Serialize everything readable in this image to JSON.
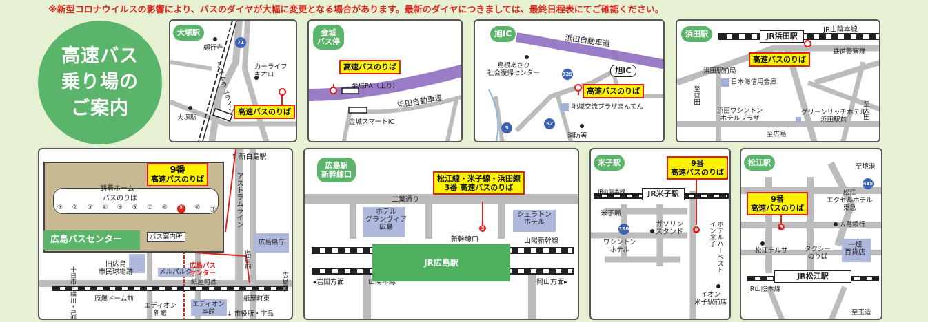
{
  "notice": "※新型コロナウイルスの影響により、バスのダイヤが大幅に変更となる場合があります。最新のダイヤにつきましては、最終日程表にてご確認ください。",
  "title": [
    "高速バス",
    "乗り場の",
    "ご案内"
  ],
  "colors": {
    "tag_green": "#5ab46a",
    "highlight_yellow": "#fff200",
    "stop_red": "#e0201b",
    "highway_purple": "#9a7cc7",
    "road_gray": "#bcbcbc",
    "background": "#e6f0d2"
  },
  "otsuka": {
    "tag": "大塚駅",
    "labels": {
      "kengyo": "顧行寺",
      "carlife": "カーライフ\nキオロ",
      "astram": "アストラムライン",
      "station": "大塚駅",
      "route": "71"
    },
    "stop": "高速バスのりば"
  },
  "kanagi": {
    "tag": "金城\nバス停",
    "labels": {
      "pa": "金城PA（上り）",
      "expressway": "浜田自動車道",
      "smart": "金城スマートIC"
    },
    "stop": "高速バスのりば"
  },
  "asahi": {
    "tag": "旭IC",
    "labels": {
      "expressway": "浜田自動車道",
      "center": "島根あさひ\n社会復帰センター",
      "ic": "旭IC",
      "plaza": "地域交流プラザまんてん",
      "fire": "消防署",
      "r329": "329",
      "r5": "5",
      "r52": "52"
    },
    "stop": "高速バスのりば"
  },
  "hamada": {
    "tag": "浜田駅",
    "labels": {
      "station": "JR浜田駅",
      "line": "JR山陰本線",
      "police": "鉄道警察隊",
      "post": "浜田駅前局",
      "nihonkai": "日本海信用金庫",
      "to_masuda": "至益田",
      "to_oda": "至大田",
      "washington": "浜田ワシントン\nホテルプラザ",
      "greenrich": "グリーンリッチホテル\n浜田駅前",
      "to_hiroshima": "至広島"
    },
    "stop": "高速バスのりば"
  },
  "hiroshima_bc": {
    "stop_number": "9番",
    "stop": "高速バスのりば",
    "labels": {
      "arrival": "到着ホーム",
      "departure": "バスのりば",
      "center": "広島バスセンター",
      "info": "バス案内所",
      "shin_hakushima": "↑ 新白島駅",
      "astram": "アストラムライン",
      "kencho": "広島県庁",
      "kenchomae": "県庁前",
      "stadium": "旧広島\n市民球場跡",
      "melparque": "メルパルク",
      "bc_small": "広島バス\nセンター",
      "kamiyacho_nishi": "紙屋町西",
      "kamiyacho_higashi": "紙屋町東",
      "to_hiroshima_st": "広島駅",
      "yokogawa": "十日市・横川・己斐",
      "genbaku": "原爆ドーム前",
      "aeon_shinkan": "エディオン\n新館",
      "aeon_honkan": "エディオン\n本館",
      "shiyakusho": "↓ 市役所・宇品"
    },
    "bay_numbers": [
      "⑦",
      "②",
      "③",
      "④",
      "⑤",
      "⑥",
      "⑦",
      "⑧",
      "⑨",
      "⑩",
      "⑪"
    ]
  },
  "hiroshima_st": {
    "tag": "広島駅\n新幹線口",
    "stop": "松江線・米子線・浜田線\n3番 高速バスのりば",
    "labels": {
      "futaba": "二葉通り",
      "granvia": "ホテル\nグランヴィア\n広島",
      "sheraton": "シェラトン\nホテル",
      "shinkansen_exit": "新幹線口",
      "sanyo_shinkansen": "山陽新幹線",
      "station": "JR広島駅",
      "to_iwakuni": "◂岩国方面",
      "sanyo": "山陽本線",
      "to_okayama": "岡山方面▸",
      "pin": "3"
    }
  },
  "yonago": {
    "tag": "米子駅",
    "stop": "9番\n高速バスのりば",
    "labels": {
      "line": "JR山陰本線",
      "station": "JR米子駅",
      "post": "米子局",
      "washington": "ワシントン\nホテル",
      "gas": "ガソリン\nスタンド",
      "harvest": "ホテルハーベスト\nイン米子",
      "aeon": "イオン\n米子駅前店",
      "r180": "180",
      "pin": "9"
    }
  },
  "matsue": {
    "tag": "松江駅",
    "stop": "9番\n高速バスのりば",
    "labels": {
      "to_sakaiminato": "至境港",
      "r485": "485",
      "excel": "松江\nエクセルホテル\n東急",
      "bank": "広島銀行",
      "terrsa": "松江テルサ",
      "taxi": "タクシー\nのりば",
      "ichibata": "一畑\n百貨店",
      "station": "JR松江駅",
      "line": "JR山陰本線",
      "to_tamatsukuri": "至玉造",
      "pin": "9"
    }
  }
}
